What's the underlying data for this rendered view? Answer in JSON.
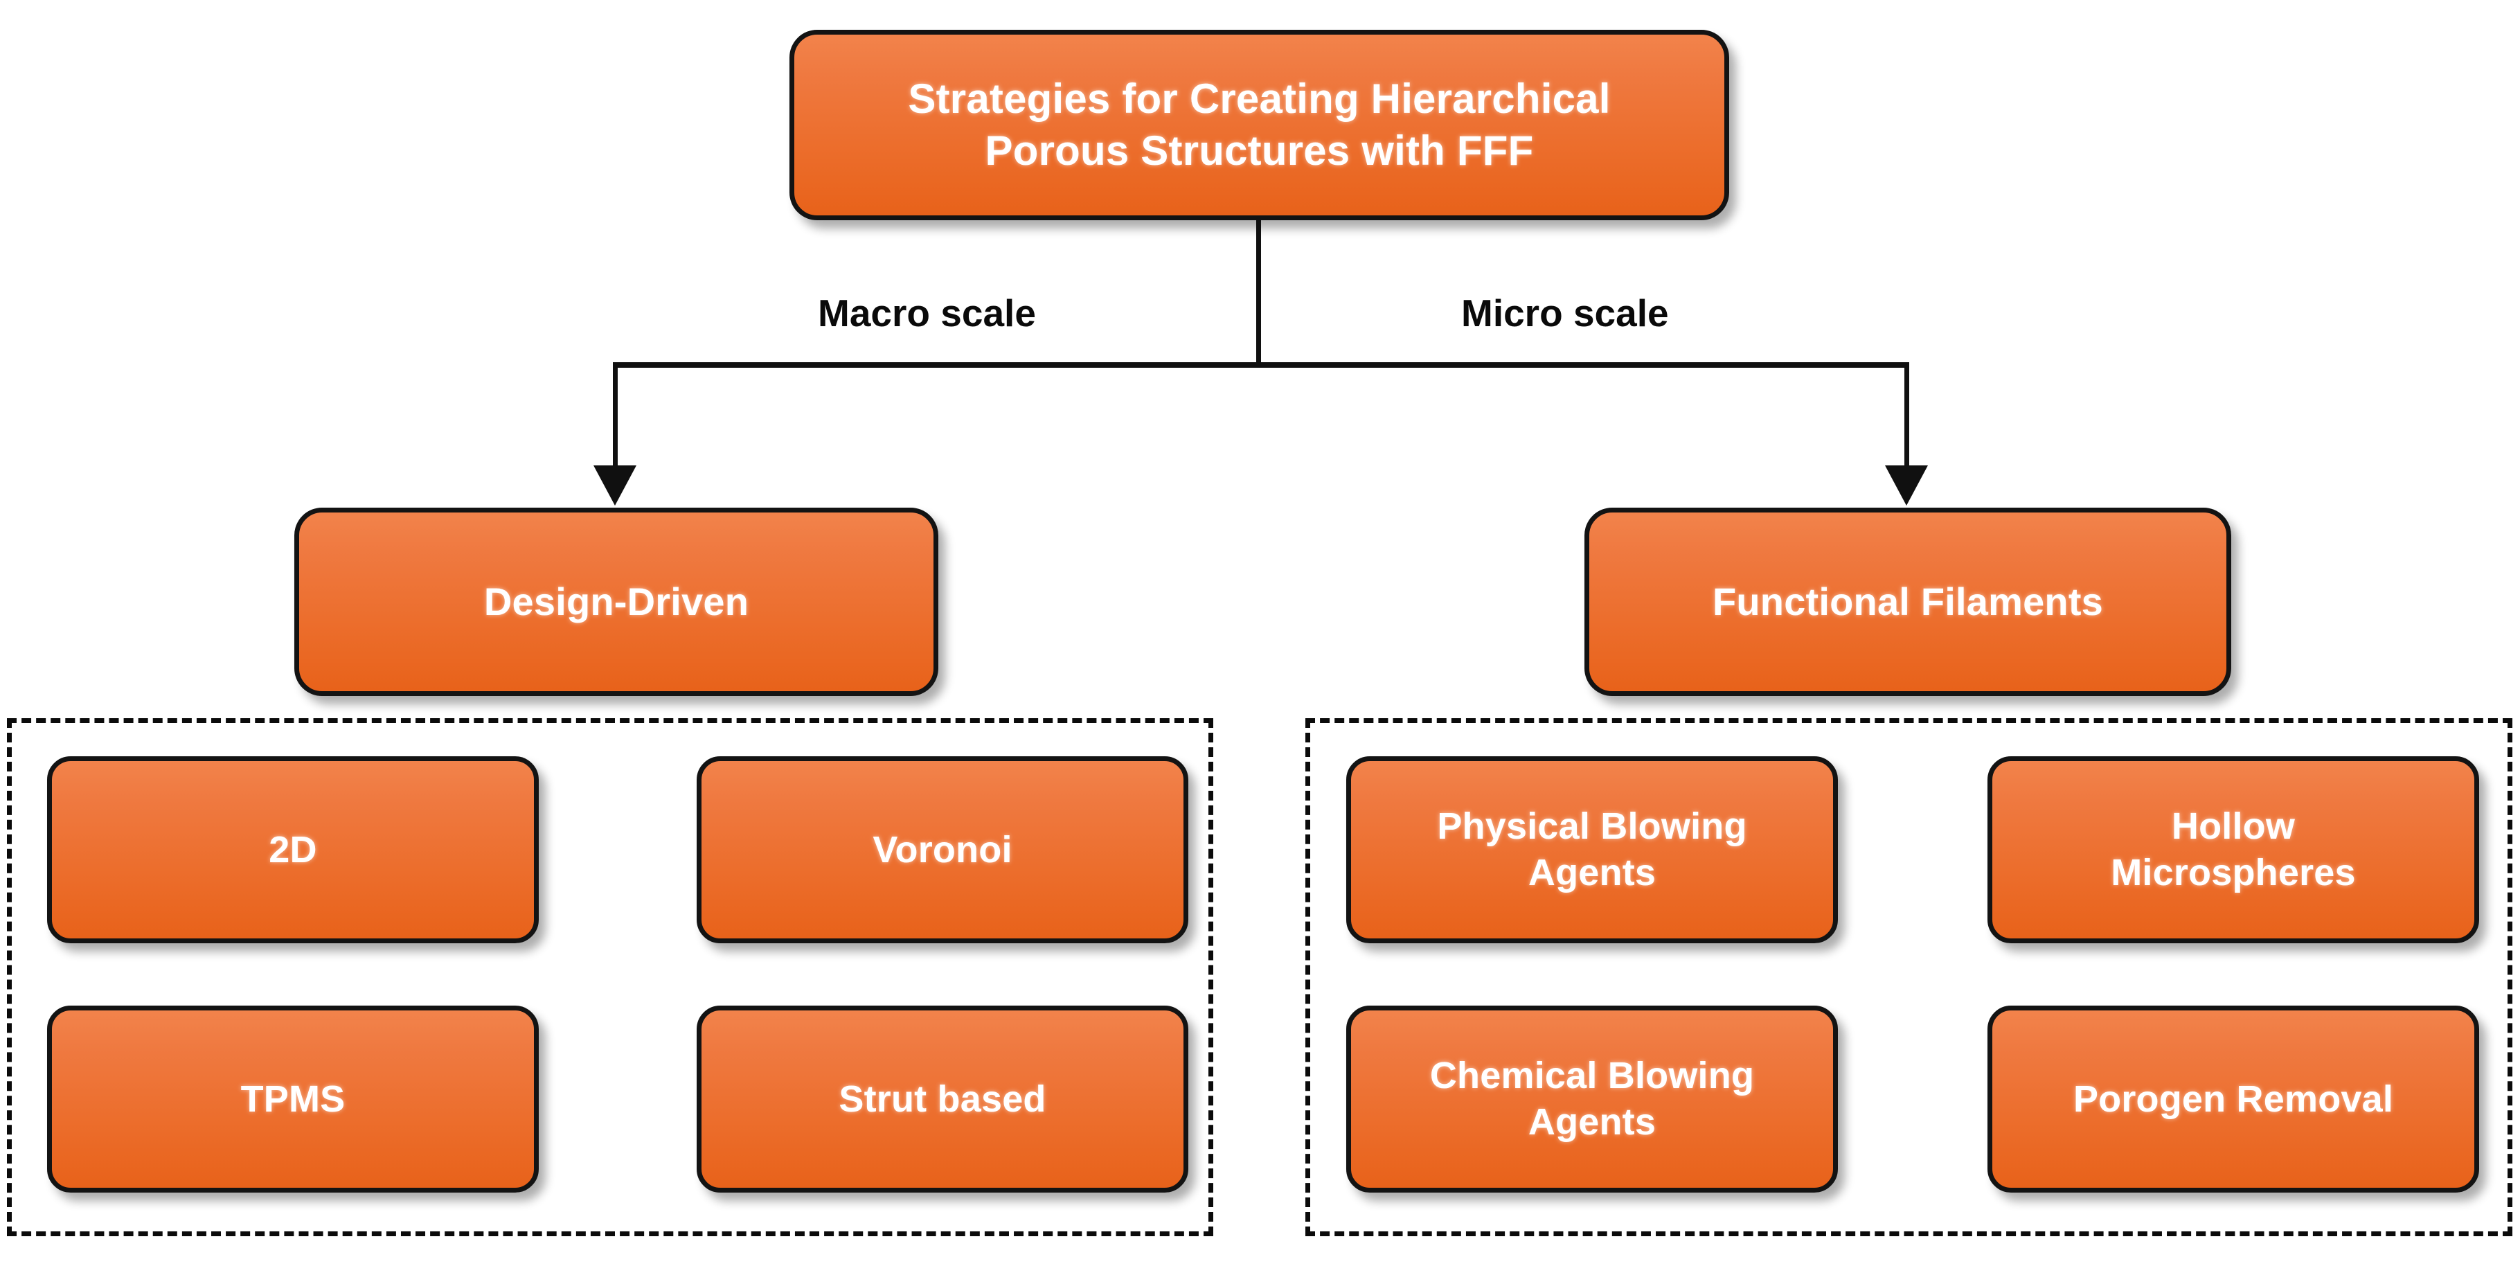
{
  "diagram": {
    "title_node": {
      "label": "Strategies for Creating Hierarchical\nPorous Structures with FFF"
    },
    "edge_labels": {
      "left": "Macro scale",
      "right": "Micro scale"
    },
    "branches": [
      {
        "id": "macro",
        "scale_label": "Macro scale",
        "parent": {
          "label": "Design-Driven"
        },
        "children": [
          {
            "label": "2D"
          },
          {
            "label": "Voronoi"
          },
          {
            "label": "TPMS"
          },
          {
            "label": "Strut based"
          }
        ]
      },
      {
        "id": "micro",
        "scale_label": "Micro scale",
        "parent": {
          "label": "Functional Filaments"
        },
        "children": [
          {
            "label": "Physical Blowing\nAgents"
          },
          {
            "label": "Hollow\nMicrospheres"
          },
          {
            "label": "Chemical Blowing\nAgents"
          },
          {
            "label": "Porogen Removal"
          }
        ]
      }
    ],
    "colors": {
      "node_fill_top": "#F2834B",
      "node_fill_bottom": "#E8621A",
      "node_border": "#131313",
      "node_text": "#FFFFFF",
      "connector": "#101010",
      "group_border": "#0B0B0B",
      "background": "#FFFFFF"
    }
  }
}
